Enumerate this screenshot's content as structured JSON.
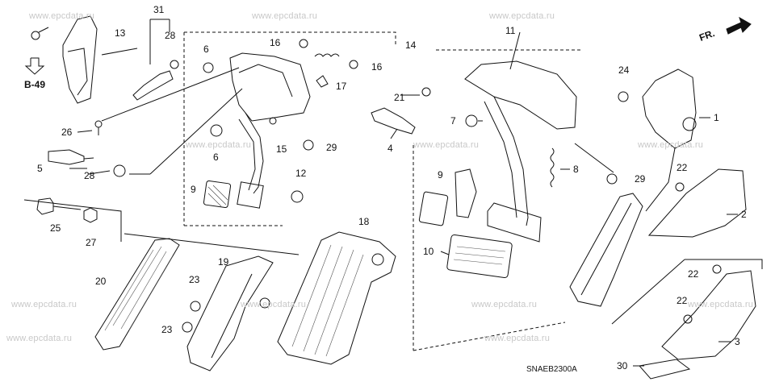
{
  "watermark_text": "www.epcdata.ru",
  "diagram_code": "SNAEB2300A",
  "fr_label": "FR.",
  "ref_label": "B-49",
  "callouts": {
    "c1": "1",
    "c2": "2",
    "c3": "3",
    "c4": "4",
    "c5": "5",
    "c6a": "6",
    "c6b": "6",
    "c7": "7",
    "c8": "8",
    "c9a": "9",
    "c9b": "9",
    "c10": "10",
    "c11": "11",
    "c12": "12",
    "c13": "13",
    "c14": "14",
    "c15": "15",
    "c16a": "16",
    "c16b": "16",
    "c17": "17",
    "c18": "18",
    "c19": "19",
    "c20": "20",
    "c21": "21",
    "c22a": "22",
    "c22b": "22",
    "c22c": "22",
    "c23a": "23",
    "c23b": "23",
    "c24": "24",
    "c25": "25",
    "c26": "26",
    "c27": "27",
    "c28a": "28",
    "c28b": "28",
    "c29a": "29",
    "c29b": "29",
    "c30": "30",
    "c31": "31"
  }
}
